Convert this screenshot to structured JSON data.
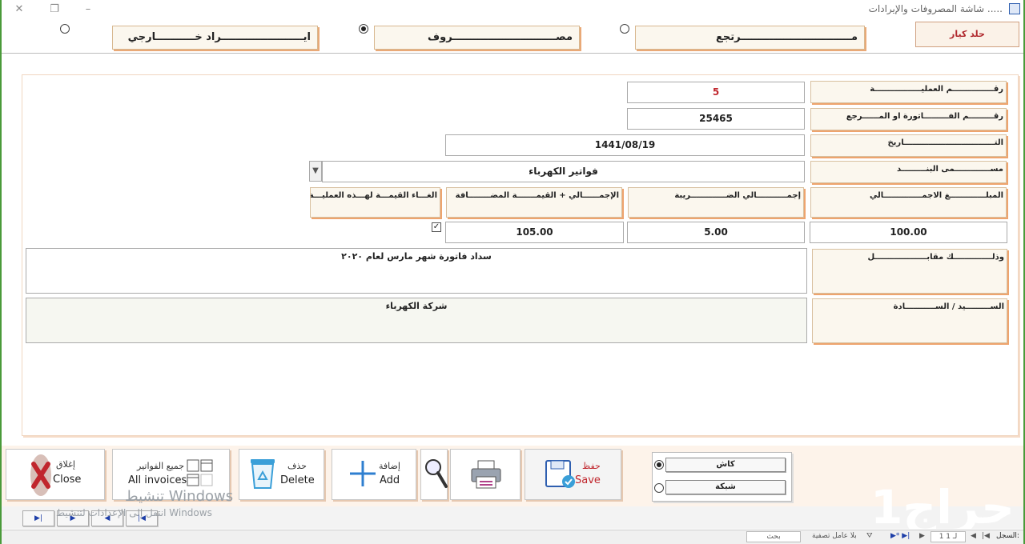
{
  "window": {
    "title": "..... شاشة المصروفات والإيرادات"
  },
  "top_options": [
    {
      "label": "ايـــــــــــــــــــــــراد خـــــــــــارجي",
      "selected": false
    },
    {
      "label": "مصـــــــــــــــــــــــــــــروف",
      "selected": true
    },
    {
      "label": "مـــــــــــــــــــــــــــــــرتجع",
      "selected": false
    }
  ],
  "hold_button": "حلد كيار",
  "form": {
    "op_number": {
      "label": "رقـــــــــــــــم العمليـــــــــــــــــة",
      "value": "5"
    },
    "invoice_ref": {
      "label": "رقـــــــــم الفـــــــــاتورة او المــــــرجع",
      "value": "25465"
    },
    "date": {
      "label": "التـــــــــــــــــــــــــــــــــاريخ",
      "value": "1441/08/19"
    },
    "item": {
      "label": "مســـــــــــــمى البنـــــــــد",
      "value": "فواتير الكهرباء"
    },
    "total_amount": {
      "label": "المبلـــــــــــــغ الاجمــــــــــــــالي",
      "value": "100.00"
    },
    "total_tax": {
      "label": "إجمـــــــــــالي الضـــــــــــــريبة",
      "value": "5.00"
    },
    "total_plus_vat": {
      "label": "الإجمــــــالي + القيمـــــــة المضــــــــافة",
      "value": "105.00"
    },
    "cancel_vat": {
      "label": "الغـــاء القيمـــة لهـــذه العمليـــة",
      "checked": true
    },
    "notes": {
      "label": "وذلــــــــــــــك مقابـــــــــــــــــــل",
      "value": "سداد فاتورة شهر مارس لعام ٢٠٢٠"
    },
    "party": {
      "label": "الســـــــــيد / الســـــــــــادة",
      "value": "شركة الكهرباء"
    }
  },
  "buttons": {
    "close": {
      "ar": "إغلاق",
      "en": "Close"
    },
    "all_invoices": {
      "ar": "جميع الفواتير",
      "en": "All invoices"
    },
    "delete": {
      "ar": "حذف",
      "en": "Delete"
    },
    "add": {
      "ar": "إضافة",
      "en": "Add"
    },
    "save": {
      "ar": "حفظ",
      "en": "Save"
    }
  },
  "payment": {
    "cash": {
      "label": "كاش",
      "selected": true
    },
    "network": {
      "label": "شبكة",
      "selected": false
    }
  },
  "watermark": {
    "line1": "تنشيط Windows",
    "line2": "انتقل إلى الإعدادات لتنشيط Windows"
  },
  "status": {
    "record_label": "السجل:",
    "record_of": "1 لـ 1",
    "no_filter": "بلا عامل تصفية",
    "search": "بحث"
  },
  "logo_text": "حراج1",
  "colors": {
    "accent_red": "#c0262d",
    "border_green": "#4a9a3a",
    "label_shadow": "#eea46e"
  }
}
